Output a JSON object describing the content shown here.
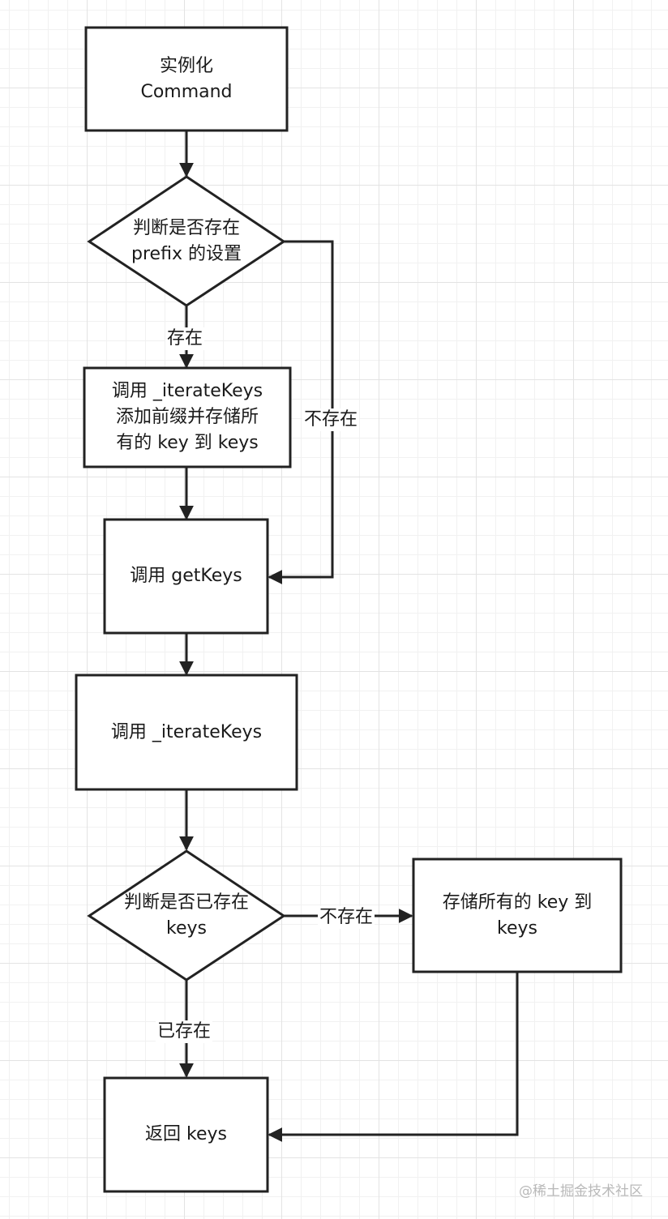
{
  "diagram": {
    "nodes": {
      "instantiate": [
        "实例化",
        "Command"
      ],
      "check_prefix": [
        "判断是否存在",
        "prefix 的设置"
      ],
      "iterate_prefix": [
        "调用 _iterateKeys",
        "添加前缀并存储所",
        "有的 key 到 keys"
      ],
      "get_keys": [
        "调用 getKeys"
      ],
      "iterate_keys": [
        "调用 _iterateKeys"
      ],
      "check_keys": [
        "判断是否已存在",
        "keys"
      ],
      "store_keys": [
        "存储所有的 key 到",
        "keys"
      ],
      "return_keys": [
        "返回 keys"
      ]
    },
    "edges": {
      "prefix_exists": "存在",
      "prefix_not_exists": "不存在",
      "keys_not_exists": "不存在",
      "keys_exists": "已存在"
    }
  },
  "watermark": "@稀土掘金技术社区"
}
